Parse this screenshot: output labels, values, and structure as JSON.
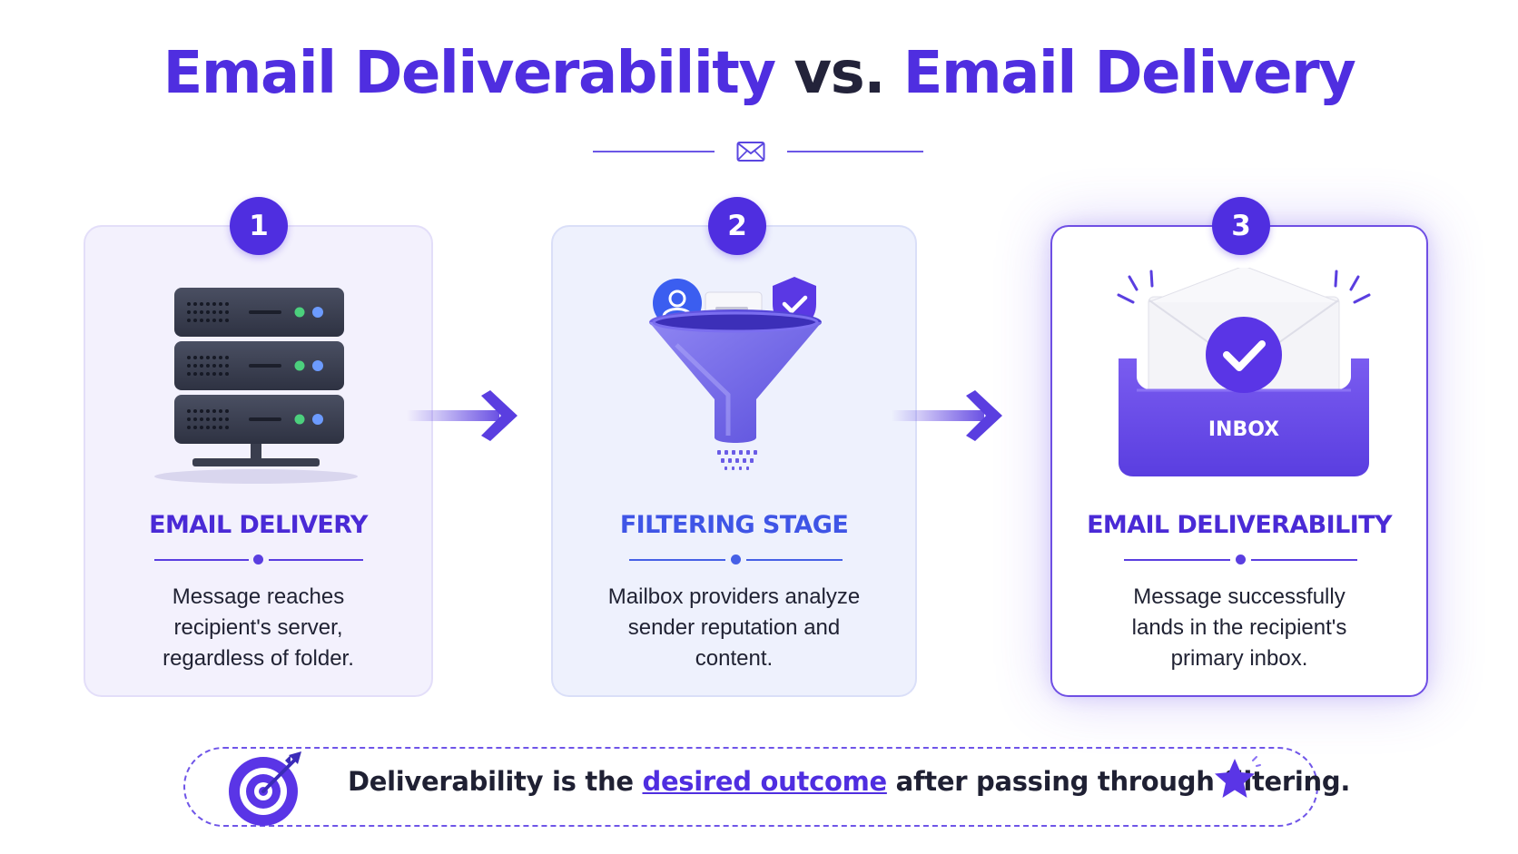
{
  "header": {
    "title_part1": "Email Deliverability",
    "title_part2": "vs.",
    "title_part3": "Email Delivery"
  },
  "steps": [
    {
      "number": "1",
      "icon": "server-rack-icon",
      "title": "EMAIL DELIVERY",
      "description_lines": [
        "Message reaches",
        "recipient's server,",
        "regardless of folder."
      ]
    },
    {
      "number": "2",
      "icon": "filter-funnel-icon",
      "title": "FILTERING STAGE",
      "description_lines": [
        "Mailbox providers analyze",
        "sender reputation and",
        "content."
      ]
    },
    {
      "number": "3",
      "icon": "inbox-check-icon",
      "icon_label": "INBOX",
      "title": "EMAIL DELIVERABILITY",
      "description_lines": [
        "Message successfully",
        "lands in the recipient's",
        "primary inbox."
      ]
    }
  ],
  "footer": {
    "text_before": "Deliverability is the ",
    "highlight": "desired outcome",
    "text_after": " after passing through filtering.",
    "left_icon": "target-icon",
    "right_icon": "star-icon"
  },
  "colors": {
    "primary": "#4f2ee0",
    "dark_text": "#23233a",
    "card_highlight_border": "#6f4fe4"
  }
}
